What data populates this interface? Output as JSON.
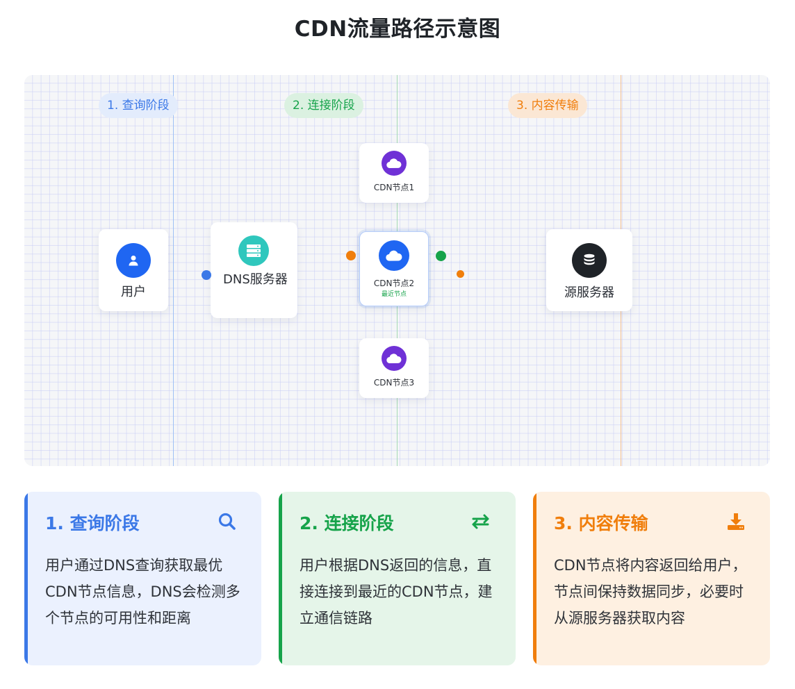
{
  "title": "CDN流量路径示意图",
  "stages": {
    "query": "1. 查询阶段",
    "connect": "2. 连接阶段",
    "transfer": "3. 内容传输"
  },
  "nodes": {
    "user": {
      "label": "用户",
      "icon": "user-icon",
      "color": "#1f66f2"
    },
    "dns": {
      "label": "DNS服务器",
      "icon": "server-icon",
      "color": "#2fc7bd"
    },
    "cdn1": {
      "label": "CDN节点1",
      "icon": "cloud-icon",
      "color": "#6f31d6"
    },
    "cdn2": {
      "label": "CDN节点2",
      "sublabel": "最近节点",
      "icon": "cloud-icon",
      "color": "#1f66f2"
    },
    "cdn3": {
      "label": "CDN节点3",
      "icon": "cloud-icon",
      "color": "#6f31d6"
    },
    "origin": {
      "label": "源服务器",
      "icon": "database-icon",
      "color": "#1f2328"
    }
  },
  "cards": [
    {
      "title": "1. 查询阶段",
      "icon": "search-icon",
      "color": "#3b78e7",
      "text": "用户通过DNS查询获取最优CDN节点信息，DNS会检测多个节点的可用性和距离"
    },
    {
      "title": "2. 连接阶段",
      "icon": "exchange-icon",
      "color": "#16a34a",
      "text": "用户根据DNS返回的信息，直接连接到最近的CDN节点，建立通信链路"
    },
    {
      "title": "3. 内容传输",
      "icon": "download-icon",
      "color": "#f07e0c",
      "text": "CDN节点将内容返回给用户，节点间保持数据同步，必要时从源服务器获取内容"
    }
  ]
}
